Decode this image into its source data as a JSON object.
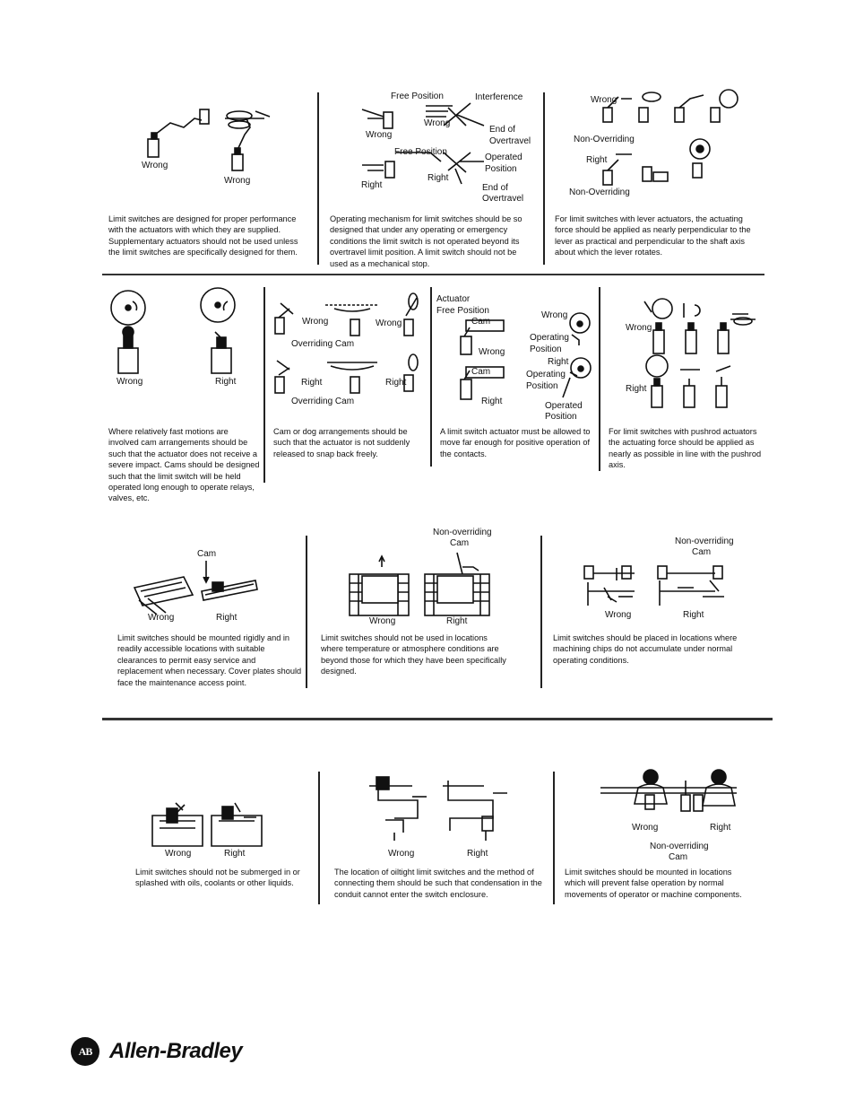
{
  "row1": {
    "panel1": {
      "labels": [
        "Wrong",
        "Wrong"
      ],
      "caption": "Limit switches are designed for proper performance with the actuators with which they are supplied. Supplementary actuators should not be used unless the limit switches are specifically designed for them."
    },
    "panel2": {
      "labels": [
        "Free Position",
        "Interference",
        "Wrong",
        "Wrong",
        "End of",
        "Overtravel",
        "Free Position",
        "Operated",
        "Position",
        "Right",
        "Right",
        "End of",
        "Overtravel"
      ],
      "caption": "Operating mechanism for limit switches should be so designed that under any operating or emergency conditions the limit switch is not operated beyond its overtravel limit position. A limit switch should not be used as a mechanical stop."
    },
    "panel3": {
      "labels": [
        "Wrong",
        "Non-Overriding",
        "Right",
        "Non-Overriding"
      ],
      "caption": "For limit switches with lever actuators, the actuating force should be applied as nearly perpendicular to the lever as practical and perpendicular to the shaft axis about which the lever rotates."
    }
  },
  "row2": {
    "panel1": {
      "labels": [
        "Wrong",
        "Right"
      ],
      "caption": "Where relatively fast motions are involved cam arrangements should be such that the actuator does not receive a severe impact. Cams should be designed such that the limit switch will be held operated long enough to operate relays, valves, etc."
    },
    "panel2": {
      "labels": [
        "Wrong",
        "Wrong",
        "Overriding Cam",
        "Right",
        "Right",
        "Overriding Cam"
      ],
      "caption": "Cam or dog arrangements should be such that the actuator is not suddenly released to snap back freely."
    },
    "panel3": {
      "labels": [
        "Actuator",
        "Free Position",
        "Cam",
        "Wrong",
        "Wrong",
        "Operating",
        "Position",
        "Cam",
        "Right",
        "Operating",
        "Position",
        "Right",
        "Operated",
        "Position"
      ],
      "caption": "A limit switch actuator must be allowed to move far enough for positive operation of the contacts."
    },
    "panel4": {
      "labels": [
        "Wrong",
        "Right"
      ],
      "caption": "For limit switches with pushrod actuators the actuating force should be applied as nearly as possible in line with the pushrod axis."
    }
  },
  "row3": {
    "panel1": {
      "labels": [
        "Cam",
        "Wrong",
        "Right"
      ],
      "caption": "Limit switches should be mounted rigidly and in readily accessible locations with suitable clearances to permit easy service and replacement when necessary. Cover plates should face the maintenance access point."
    },
    "panel2": {
      "labels": [
        "Non-overriding",
        "Cam",
        "Wrong",
        "Right"
      ],
      "caption": "Limit switches should not be used in locations where temperature or atmosphere conditions are beyond those for which they have been specifically designed."
    },
    "panel3": {
      "labels": [
        "Non-overriding",
        "Cam",
        "Wrong",
        "Right"
      ],
      "caption": "Limit switches should be placed in locations where machining chips do not accumulate under normal operating conditions."
    }
  },
  "row4": {
    "panel1": {
      "labels": [
        "Wrong",
        "Right"
      ],
      "caption": "Limit switches should not be submerged in or splashed with oils, coolants or other liquids."
    },
    "panel2": {
      "labels": [
        "Wrong",
        "Right"
      ],
      "caption": "The location of oiltight limit switches and the method of connecting them should be such that condensation in the conduit cannot enter the switch enclosure."
    },
    "panel3": {
      "labels": [
        "Wrong",
        "Right",
        "Non-overriding",
        "Cam"
      ],
      "caption": "Limit switches should be mounted in locations which will prevent false operation by normal movements of operator or machine components."
    }
  },
  "footer": {
    "logo_mark": "AB",
    "brand": "Allen-Bradley"
  }
}
